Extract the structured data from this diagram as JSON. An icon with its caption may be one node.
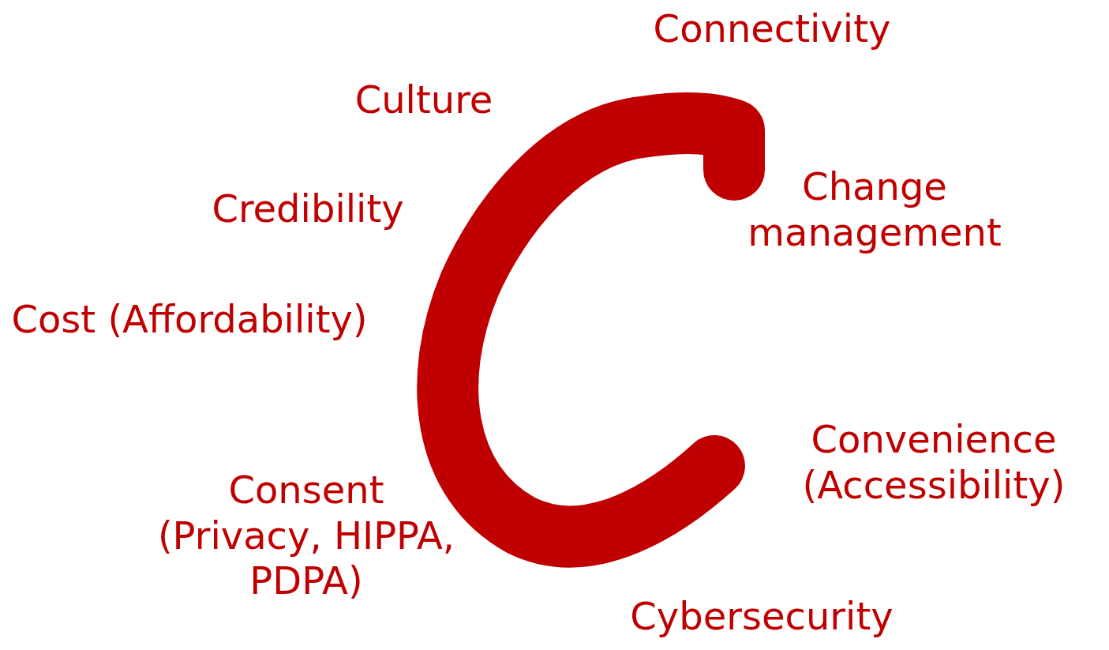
{
  "diagram": {
    "labels": [
      "Connectivity",
      "Culture",
      "Credibility",
      "Change management",
      "Cost (Affordability)",
      "Convenience (Accessibility)",
      "Consent (Privacy, HIPPA, PDPA)",
      "Cybersecurity"
    ]
  }
}
